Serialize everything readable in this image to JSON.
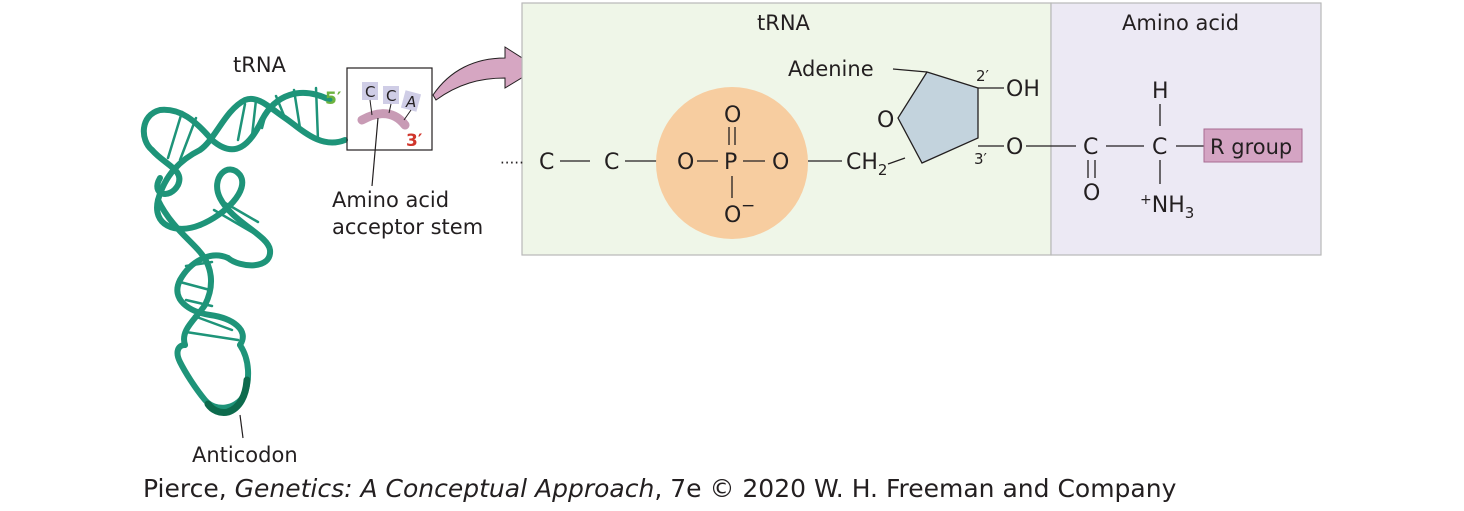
{
  "left": {
    "trna_label": "tRNA",
    "five_prime": "5′",
    "three_prime": "3′",
    "cca": [
      "C",
      "C",
      "A"
    ],
    "acceptor_label_line1": "Amino acid",
    "acceptor_label_line2": "acceptor stem",
    "anticodon_label": "Anticodon"
  },
  "panel": {
    "trna_header": "tRNA",
    "amino_header": "Amino acid"
  },
  "chem": {
    "ellipsis": "·····",
    "c1": "C",
    "c2": "C",
    "phosphate_o_left": "O",
    "phosphate_p": "P",
    "phosphate_o_right": "O",
    "phosphate_o_top": "O",
    "phosphate_o_bottom": "O",
    "phosphate_minus": "−",
    "ch2": "CH",
    "ch2_sub": "2",
    "adenine": "Adenine",
    "ring_o": "O",
    "prime2": "2′",
    "prime3": "3′",
    "oh": "OH",
    "ester_o": "O",
    "carbonyl_c": "C",
    "carbonyl_o": "O",
    "alpha_c": "C",
    "h": "H",
    "nh3_plus": "+",
    "nh3": "NH",
    "nh3_sub": "3",
    "r_group": "R group"
  },
  "caption": {
    "author": "Pierce, ",
    "title": "Genetics: A Conceptual Approach",
    "rest": ", 7e © 2020 W. H. Freeman and Company"
  },
  "colors": {
    "trna_green": "#1e9479",
    "trna_dark": "#0d6b4d",
    "cca_pink": "#c89bb5",
    "five_prime_green": "#6db33f",
    "three_prime_red": "#d0352b",
    "panel_green": "#eff6e8",
    "panel_purple": "#ece9f4",
    "phosphate_orange": "#f7cda0",
    "ribose_blue": "#c3d3dd",
    "r_group_pink": "#d4a4c3",
    "arrow_pink": "#d6a6c2",
    "letter_box": "#cfcde6"
  }
}
